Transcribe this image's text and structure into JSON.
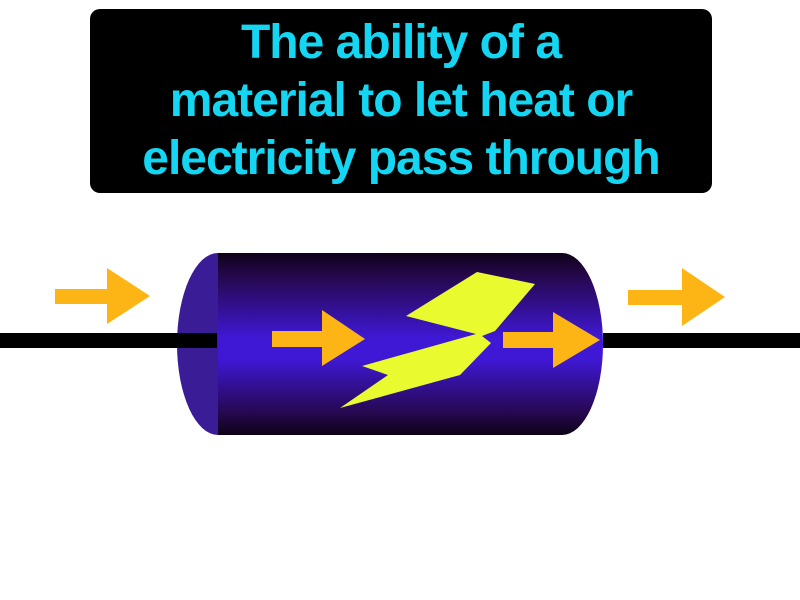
{
  "definition": {
    "lines": [
      "The ability of a",
      "material to let heat or",
      "electricity pass through"
    ]
  },
  "colors": {
    "text_cyan": "#15d6f2",
    "box_black": "#000000",
    "wire_black": "#000000",
    "arrow_orange": "#fdb515",
    "bolt_yellow": "#e9fb2f",
    "cap_indigo": "#3a1c96",
    "body_edge_dark": "#0e0218",
    "body_shadow_purple": "#26084e",
    "body_bright_violet": "#3f18d6",
    "background_white": "#ffffff"
  },
  "illustration": {
    "label": "conductor-with-current-flow",
    "elements": {
      "wire": "wire",
      "conductor": "conductor-cylinder",
      "bolt": "lightning-bolt-icon",
      "arrows": "flow-arrow-icon"
    }
  }
}
